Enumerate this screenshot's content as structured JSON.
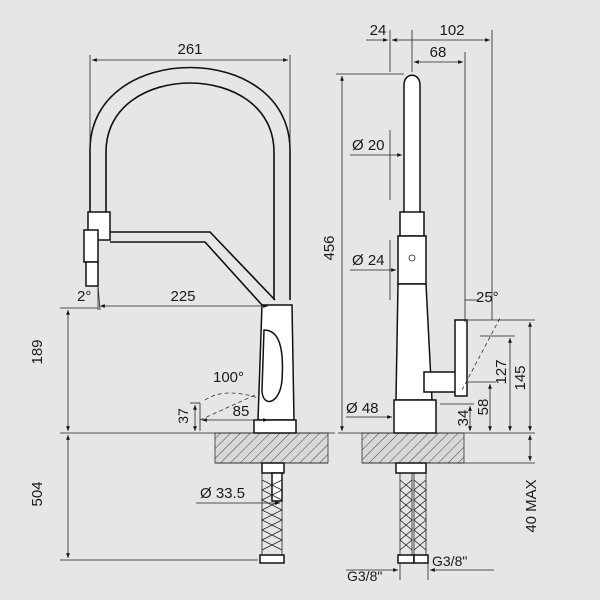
{
  "diagram": {
    "front_view": {
      "overall_width": "261",
      "spout_reach": "225",
      "spray_angle": "2°",
      "spout_height": "189",
      "lever_angle": "100°",
      "lever_reach": "85",
      "lever_height": "37",
      "shank_diameter": "Ø 33.5",
      "below_deck": "504"
    },
    "side_view": {
      "offset_top": "24",
      "depth_total": "102",
      "depth_inner": "68",
      "overall_height": "456",
      "tube_diameter_upper": "Ø 20",
      "tube_diameter_lower": "Ø 24",
      "body_diameter": "Ø 48",
      "lever_tilt_angle": "25°",
      "lever_height_total": "145",
      "lever_height_mid": "127",
      "lever_pivot_height": "58",
      "lever_base_height": "34",
      "deck_thickness": "40 MAX",
      "hose_left_thread": "G3/8\"",
      "hose_right_thread": "G3/8\""
    }
  }
}
